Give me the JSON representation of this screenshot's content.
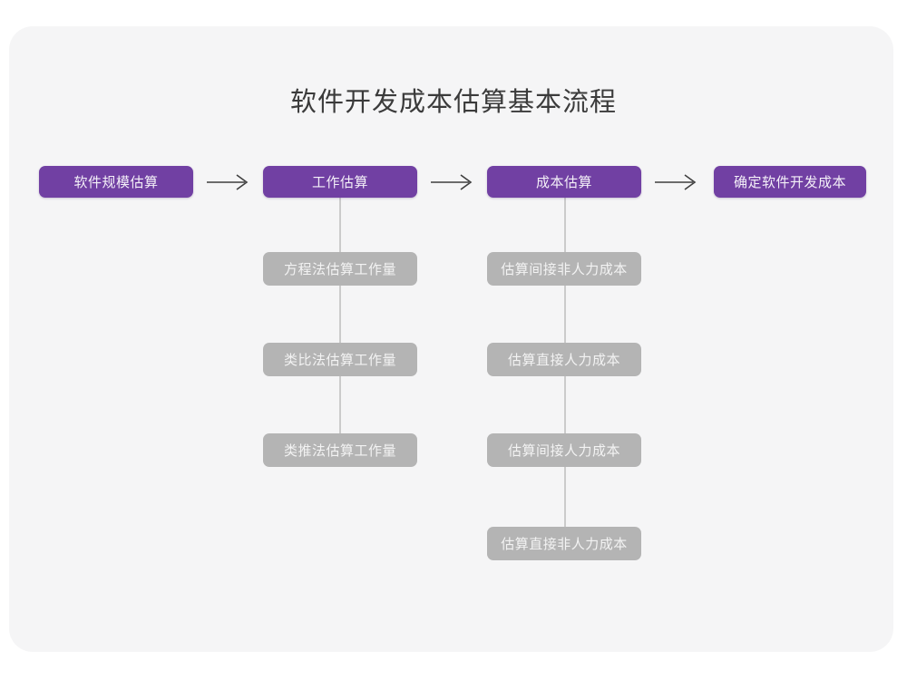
{
  "page": {
    "title": "软件开发成本估算基本流程",
    "background_color": "#ffffff",
    "card_color": "#f5f5f6"
  },
  "palette": {
    "primary": "#7140a3",
    "secondary": "#b4b4b4",
    "connector": "#cbcbcb",
    "arrow": "#3f3f3f",
    "title_text": "#3b3b3b",
    "node_text": "#f3f3f3"
  },
  "chart_data": {
    "type": "diagram",
    "title": "软件开发成本估算基本流程",
    "orientation": "left-to-right with vertical sub-branches",
    "main_flow": [
      {
        "id": "step1",
        "label": "软件规模估算",
        "children": []
      },
      {
        "id": "step2",
        "label": "工作估算",
        "children": [
          "方程法估算工作量",
          "类比法估算工作量",
          "类推法估算工作量"
        ]
      },
      {
        "id": "step3",
        "label": "成本估算",
        "children": [
          "估算间接非人力成本",
          "估算直接人力成本",
          "估算间接人力成本",
          "估算直接非人力成本"
        ]
      },
      {
        "id": "step4",
        "label": "确定软件开发成本",
        "children": []
      }
    ],
    "connectors": [
      {
        "from": "step1",
        "to": "step2",
        "kind": "arrow-right"
      },
      {
        "from": "step2",
        "to": "step3",
        "kind": "arrow-right"
      },
      {
        "from": "step3",
        "to": "step4",
        "kind": "arrow-right"
      }
    ]
  },
  "nodes": {
    "step1": {
      "label": "软件规模估算"
    },
    "step2": {
      "label": "工作估算"
    },
    "step3": {
      "label": "成本估算"
    },
    "step4": {
      "label": "确定软件开发成本"
    },
    "work_items": [
      {
        "label": "方程法估算工作量"
      },
      {
        "label": "类比法估算工作量"
      },
      {
        "label": "类推法估算工作量"
      }
    ],
    "cost_items": [
      {
        "label": "估算间接非人力成本"
      },
      {
        "label": "估算直接人力成本"
      },
      {
        "label": "估算间接人力成本"
      },
      {
        "label": "估算直接非人力成本"
      }
    ]
  },
  "icons": {
    "arrow_right": "arrow-right-icon"
  }
}
